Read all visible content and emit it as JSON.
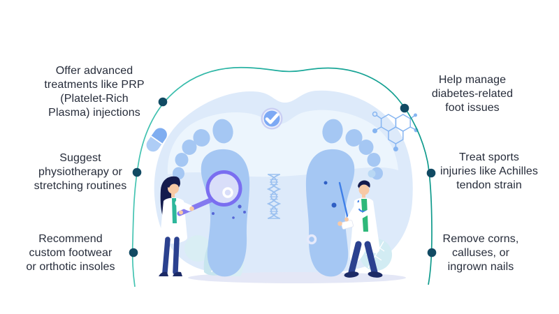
{
  "page": {
    "background_color": "#ffffff"
  },
  "labels": {
    "left": [
      {
        "text": "Offer advanced\ntreatments like PRP\n(Platelet-Rich\nPlasma) injections"
      },
      {
        "text": "Suggest\nphysiotherapy or\nstretching routines"
      },
      {
        "text": "Recommend\ncustom footwear\nor orthotic insoles"
      }
    ],
    "right": [
      {
        "text": "Help manage\ndiabetes-related\nfoot issues"
      },
      {
        "text": "Treat sports\ninjuries like Achilles\ntendon strain"
      },
      {
        "text": "Remove corns,\ncalluses, or\ningrown nails"
      }
    ]
  },
  "timeline": {
    "style": "open oval arc with six milestone dots",
    "arc_color": "#1fae9f",
    "dot_color": "#114a63"
  },
  "illustration": {
    "icons": [
      "checkmark-badge-icon",
      "pill-icon",
      "molecule-icon",
      "dna-icon",
      "magnifying-glass-icon",
      "pointer-stick-icon",
      "leaf-decoration"
    ],
    "colors": {
      "text": "#262c3a",
      "footprint_blue": "#a5c7f3",
      "blob_blue": "#ddeafa",
      "blob_light": "#ecf5fd",
      "badge_blue": "#7da9f4",
      "badge_ring": "#c9cef3",
      "magnifier_purple": "#7a6ef0",
      "coat_white": "#ffffff",
      "shirt_teal": "#2db79b",
      "shirt_green": "#2eb87a",
      "pants_navy": "#2b418f",
      "hair_navy": "#141b4d",
      "skin": "#f7c9a5",
      "leaf_teal": "#cde9f1",
      "ground_shadow": "#e4e7f6",
      "dna_blue": "#9cc1f0",
      "molecule_blue": "#86b5f1"
    }
  }
}
